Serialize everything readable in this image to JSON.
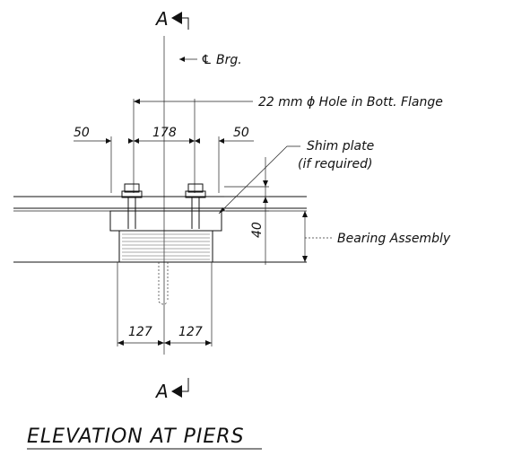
{
  "title": "ELEVATION AT PIERS",
  "section_marks": {
    "top": "A",
    "bottom": "A"
  },
  "labels": {
    "centerline": "℄ Brg.",
    "hole": "22 mm ϕ Hole in Bott. Flange",
    "shim_line1": "Shim plate",
    "shim_line2": "(if required)",
    "bearing": "Bearing Assembly"
  },
  "dimensions": {
    "left_edge": "50",
    "bolt_spacing": "178",
    "right_edge": "50",
    "height": "40",
    "bottom_left": "127",
    "bottom_right": "127"
  }
}
